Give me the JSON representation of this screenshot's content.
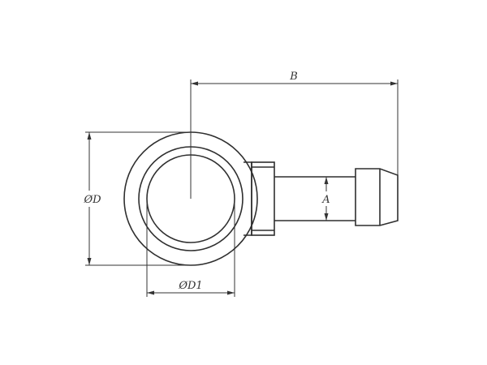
{
  "dimensions": {
    "B": "B",
    "D": "ØD",
    "D1": "ØD1",
    "A": "A"
  }
}
